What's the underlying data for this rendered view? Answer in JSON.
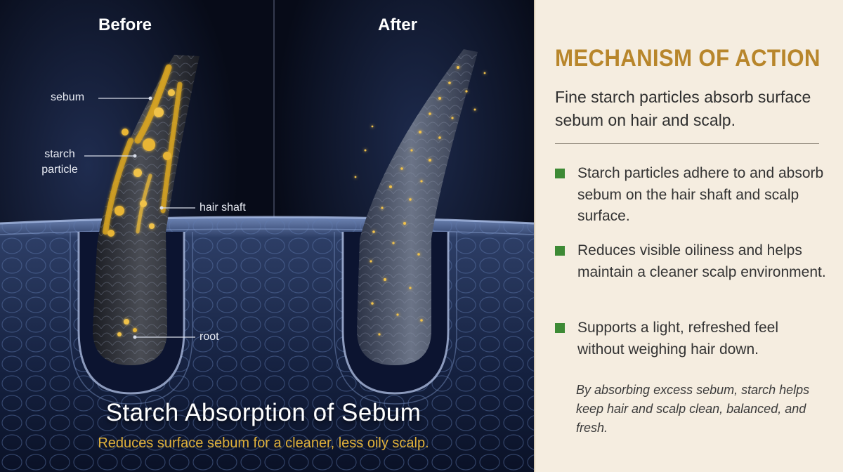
{
  "illustration": {
    "before_heading": "Before",
    "after_heading": "After",
    "callouts": {
      "sebum": "sebum",
      "starch_particle": "starch particle",
      "hair_shaft": "hair shaft",
      "root": "root"
    },
    "caption_title": "Starch Absorption of Sebum",
    "caption_subtitle": "Reduces surface sebum for a cleaner, less oily scalp."
  },
  "info_panel": {
    "title": "MECHANISM OF ACTION",
    "lead": "Fine starch particles absorb surface sebum on hair and scalp.",
    "bullets": [
      "Starch particles adhere to and absorb sebum on the hair shaft and scalp surface.",
      "Reduces visible oiliness and helps maintain a cleaner scalp environment.",
      "Supports a light, refreshed feel without weighing hair down."
    ],
    "closing": "By absorbing excess sebum, starch helps keep hair and scalp clean, balanced, and fresh."
  },
  "colors": {
    "background_dark": "#0b1022",
    "panel_background": "#f5ede0",
    "title_gold": "#b8862b",
    "caption_gold": "#e0b13a",
    "bullet_green": "#3d8a35",
    "sebum_gold": "#d9a520"
  }
}
